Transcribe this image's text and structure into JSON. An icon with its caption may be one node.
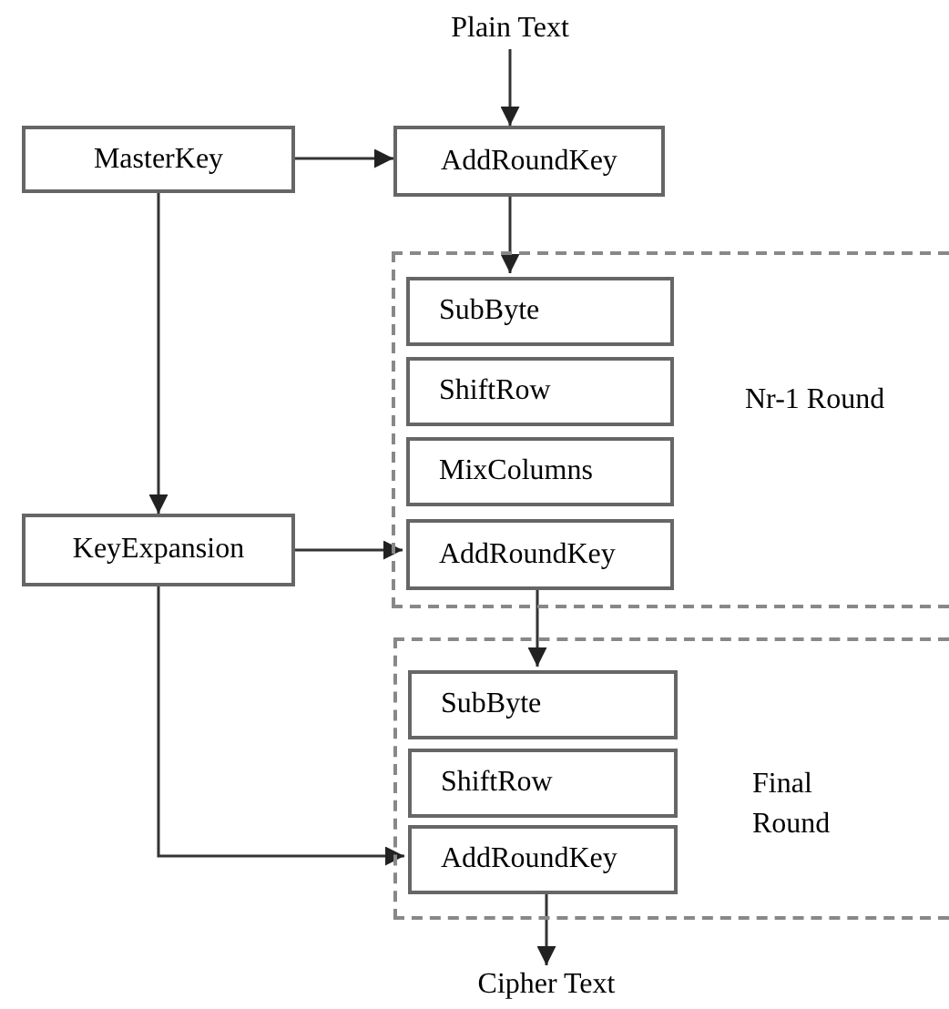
{
  "diagram": {
    "nodes": [
      {
        "text": [
          "Plain Text"
        ]
      },
      {
        "text": [
          "MasterKey"
        ]
      },
      {
        "text": [
          "AddRoundKey"
        ]
      },
      {
        "text": [
          "Nr-1 Round"
        ]
      },
      {
        "text": [
          "SubByte"
        ],
        "in": 3
      },
      {
        "text": [
          "ShiftRow"
        ],
        "in": 3
      },
      {
        "text": [
          "MixColumns"
        ],
        "in": 3
      },
      {
        "text": [
          "AddRoundKey"
        ],
        "in": 3
      },
      {
        "text": [
          "KeyExpansion"
        ]
      },
      {
        "text": [
          "Final Round"
        ]
      },
      {
        "text": [
          "SubByte"
        ],
        "in": 9
      },
      {
        "text": [
          "ShiftRow"
        ],
        "in": 9
      },
      {
        "text": [
          "AddRoundKey"
        ],
        "in": 9
      },
      {
        "text": [
          "Cipher Text"
        ]
      }
    ],
    "edges": [
      {
        "from": 0,
        "to": 2,
        "arrow": "to"
      },
      {
        "from": 1,
        "to": 2,
        "arrow": "to"
      },
      {
        "from": 2,
        "to": 4,
        "arrow": "to"
      },
      {
        "from": 1,
        "to": 8,
        "arrow": "to"
      },
      {
        "from": 8,
        "to": 7,
        "arrow": "to"
      },
      {
        "from": 7,
        "to": 10,
        "arrow": "to"
      },
      {
        "from": 8,
        "to": 12,
        "arrow": "to"
      },
      {
        "from": 12,
        "to": 13,
        "arrow": "to"
      }
    ]
  }
}
